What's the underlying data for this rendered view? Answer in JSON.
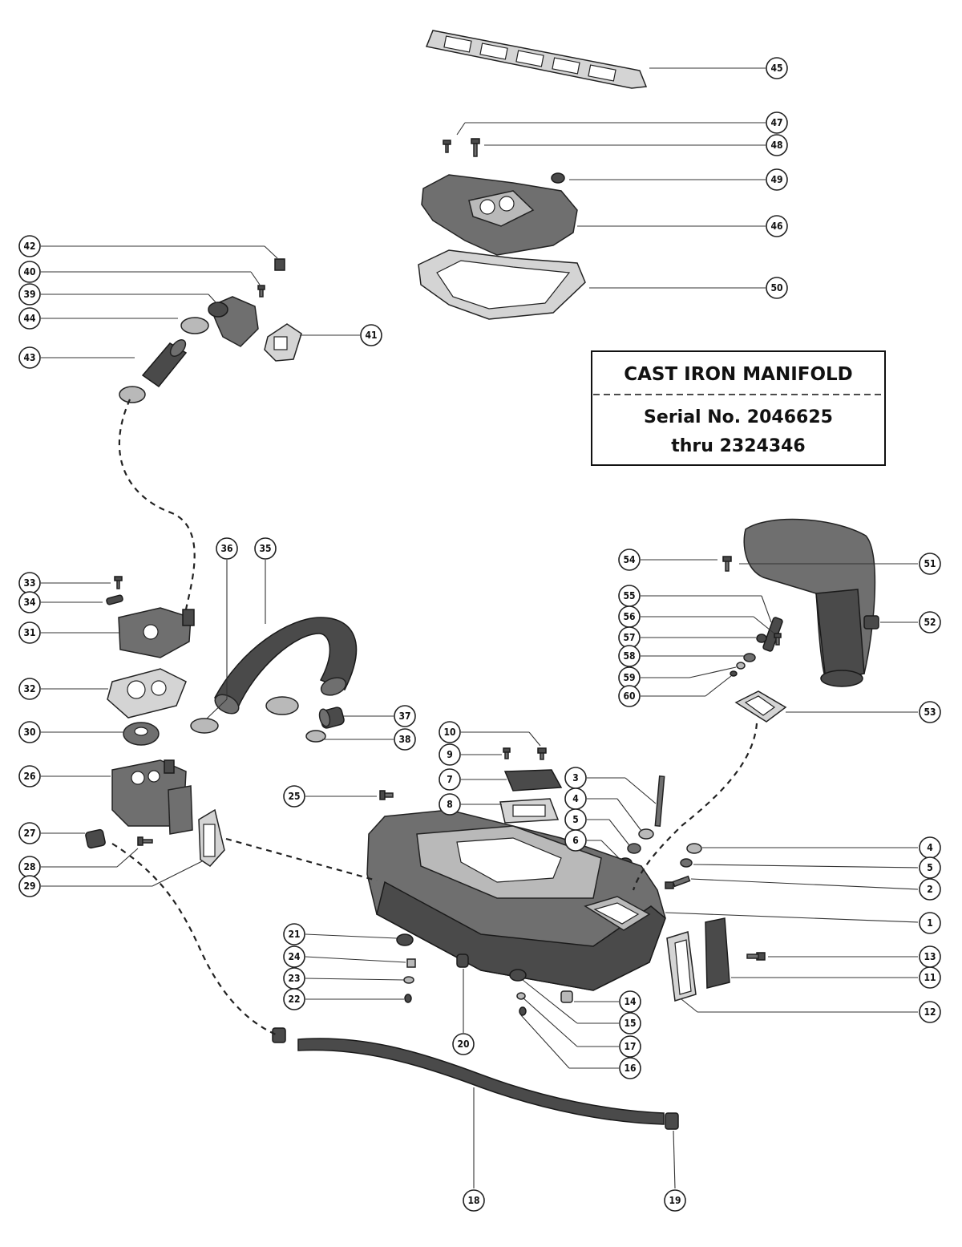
{
  "title_box": {
    "heading": "CAST IRON MANIFOLD",
    "serial_line": "Serial No. 2046625",
    "thru_line": "thru 2324346"
  },
  "callouts": [
    "1",
    "2",
    "3",
    "4",
    "4",
    "5",
    "5",
    "6",
    "7",
    "8",
    "9",
    "10",
    "11",
    "12",
    "13",
    "14",
    "15",
    "16",
    "17",
    "18",
    "19",
    "20",
    "21",
    "22",
    "23",
    "24",
    "25",
    "26",
    "27",
    "28",
    "29",
    "30",
    "31",
    "32",
    "33",
    "34",
    "35",
    "36",
    "37",
    "38",
    "39",
    "40",
    "41",
    "42",
    "43",
    "44",
    "45",
    "46",
    "47",
    "48",
    "49",
    "50",
    "51",
    "52",
    "53",
    "54",
    "55",
    "56",
    "57",
    "58",
    "59",
    "60"
  ]
}
